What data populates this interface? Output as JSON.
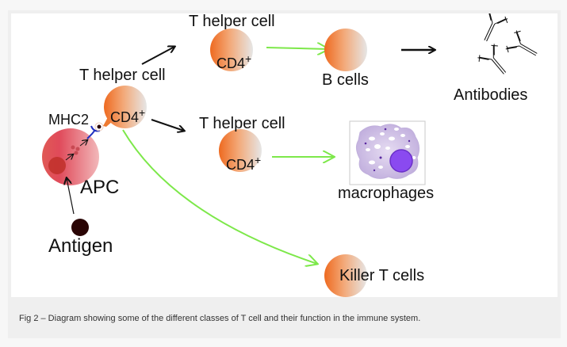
{
  "figure": {
    "labels": {
      "t_helper_main": "T helper cell",
      "cd4_main": "CD4",
      "mhc2": "MHC2",
      "apc": "APC",
      "antigen": "Antigen",
      "t_helper_top": "T helper cell",
      "cd4_top": "CD4",
      "b_cells": "B cells",
      "antibodies": "Antibodies",
      "t_helper_mid": "T helper cell",
      "cd4_mid": "CD4",
      "macrophages": "macrophages",
      "killer_t": "Killer T cells",
      "plus": "+"
    },
    "colors": {
      "t_cell_orange": "#f07a30",
      "t_cell_gray": "#e6e6e6",
      "apc_red": "#e04a50",
      "apc_light": "#f0b0b4",
      "antigen": "#2a0505",
      "green_arrow": "#7de84a",
      "black_arrow": "#111111",
      "mhc_blue": "#2030c0",
      "macrophage_purple": "#8a4af0"
    }
  },
  "caption": "Fig 2 – Diagram showing some of the different classes of T cell and their function in the immune system."
}
